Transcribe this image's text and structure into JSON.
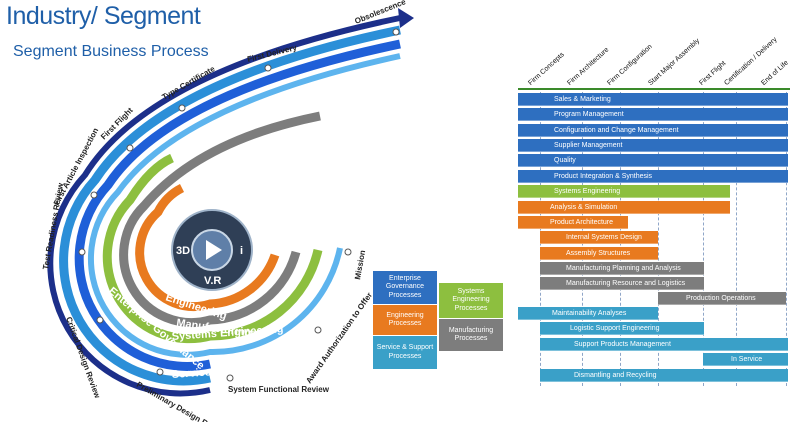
{
  "title": "Industry/ Segment",
  "subtitle": "Segment Business Process",
  "hub": {
    "left_label": "3D",
    "right_label": "i",
    "bottom_label": "V.R"
  },
  "arc_labels": {
    "obsolescence": "Obsolescence",
    "first_delivery": "First Delivery",
    "type_certificate": "Type Certificate",
    "first_flight": "First Flight",
    "first_article_inspection": "First Article Inspection",
    "test_readiness_review": "Test Readiness Review",
    "critical_design_review": "Critical Design Review",
    "preliminary_design_review": "Preliminary Design Review",
    "system_functional_review": "System Functional Review",
    "award_authorization": "Award Authorization to Offer",
    "mission": "Mission"
  },
  "bands": {
    "engineering": "Engineering",
    "manufacturing": "Manufacturing",
    "systems_engineering": "Systems Engineering",
    "enterprise_governance": "Enterprise Governance",
    "service_support": "Service & Support"
  },
  "legend": {
    "enterprise_governance": "Enterprise Governance Processes",
    "engineering": "Engineering Processes",
    "service_support": "Service & Support Processes",
    "systems_engineering": "Systems Engineering Processes",
    "manufacturing": "Manufacturing Processes"
  },
  "milestones": [
    "Firm Concepts",
    "Firm Architecture",
    "Firm Configuration",
    "Start Major Assembly",
    "First Flight",
    "Certification / Delivery",
    "End of Life"
  ],
  "process_bars": [
    "Sales & Marketing",
    "Program Management",
    "Configuration and Change Management",
    "Supplier Management",
    "Quality",
    "Product Integration & Synthesis",
    "Systems Engineering",
    "Analysis & Simulation",
    "Product Architecture",
    "Internal Systems Design",
    "Assembly Structures",
    "Manufacturing Planning and Analysis",
    "Manufacturing Resource and Logistics",
    "Production Operations",
    "Maintainability Analyses",
    "Logistic Support Engineering",
    "Support Products Management",
    "In Service",
    "Dismantling and Recycling"
  ],
  "colors": {
    "blue": "#2e6fc0",
    "green": "#8dbf3f",
    "orange": "#e87a1f",
    "gray": "#7d7d7d",
    "teal": "#3aa0c8",
    "navy": "#1c2f8a"
  }
}
